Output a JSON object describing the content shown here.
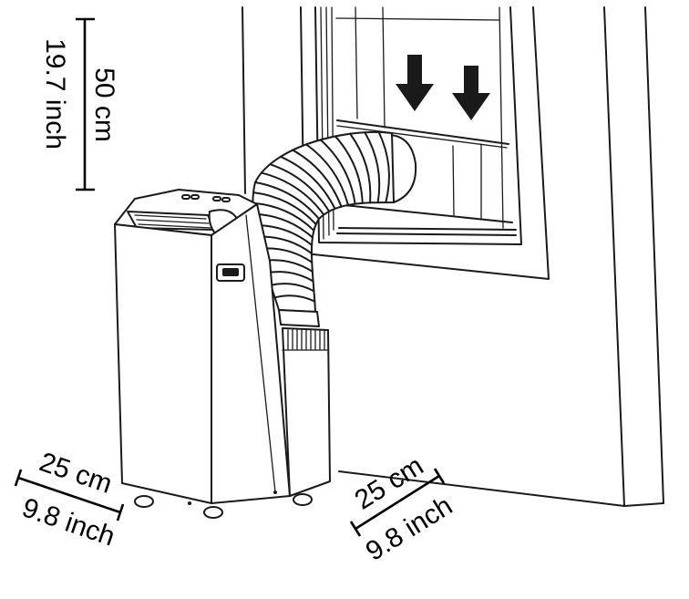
{
  "dimensions": {
    "top": {
      "metric": "50 cm",
      "imperial": "19.7 inch"
    },
    "left": {
      "metric": "25 cm",
      "imperial": "9.8 inch"
    },
    "right": {
      "metric": "25 cm",
      "imperial": "9.8 inch"
    }
  },
  "colors": {
    "line": "#1a1a1a",
    "background": "#ffffff"
  }
}
